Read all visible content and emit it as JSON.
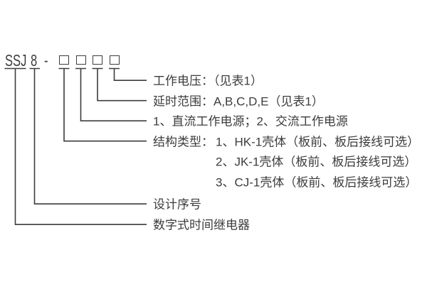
{
  "model": {
    "series": "SSJ",
    "number": "8",
    "separator": "-",
    "box_count": 4
  },
  "labels": {
    "working_voltage": "工作电压：（见表1）",
    "delay_range": "延时范围：A,B,C,D,E（见表1）",
    "power_type": "1、直流工作电源；2、交流工作电源",
    "structure_type_prefix": "结构类型：",
    "structure_options": [
      "1、HK-1壳体（板前、板后接线可选）",
      "2、JK-1壳体（板前、板后接线可选）",
      "3、CJ-1壳体（板前、板后接线可选）"
    ],
    "design_serial": "设计序号",
    "product_name": "数字式时间继电器"
  },
  "colors": {
    "line": "#3c3c3c",
    "text": "#3c3c3c",
    "background": "#ffffff"
  }
}
